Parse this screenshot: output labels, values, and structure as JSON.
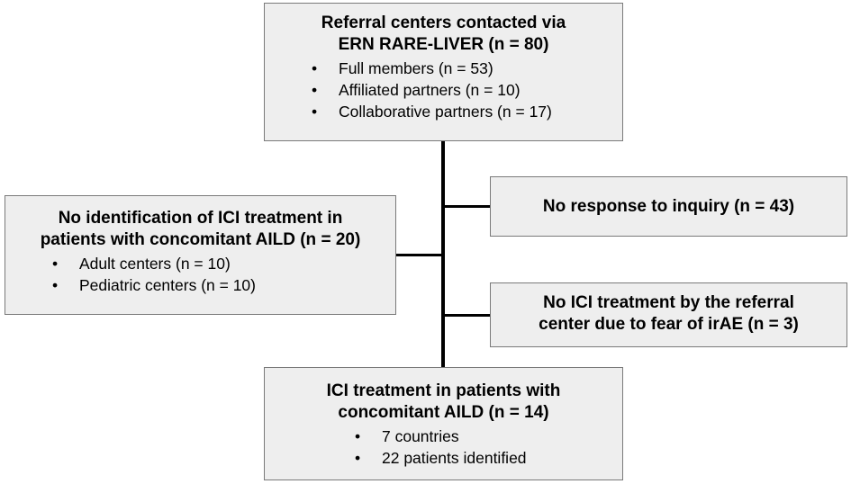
{
  "top_box": {
    "title_line1": "Referral centers contacted via",
    "title_line2": "ERN RARE-LIVER (n = 80)",
    "items": [
      "Full members (n = 53)",
      "Affiliated partners (n = 10)",
      "Collaborative partners (n = 17)"
    ]
  },
  "left_box": {
    "title_line1": "No identification of ICI treatment in",
    "title_line2": "patients with concomitant AILD (n = 20)",
    "items": [
      "Adult centers (n = 10)",
      "Pediatric centers (n = 10)"
    ]
  },
  "no_response_box": {
    "title": "No response to inquiry (n = 43)"
  },
  "no_ici_box": {
    "title_line1": "No ICI treatment by the referral",
    "title_line2": "center due to fear of irAE (n = 3)"
  },
  "bottom_box": {
    "title_line1": "ICI treatment in patients with",
    "title_line2": "concomitant AILD (n = 14)",
    "items": [
      "7 countries",
      "22 patients identified"
    ]
  },
  "bullet_char": "•",
  "colors": {
    "box_fill": "#eeeeee",
    "box_border": "#7a7a7a",
    "connector": "#000000"
  }
}
